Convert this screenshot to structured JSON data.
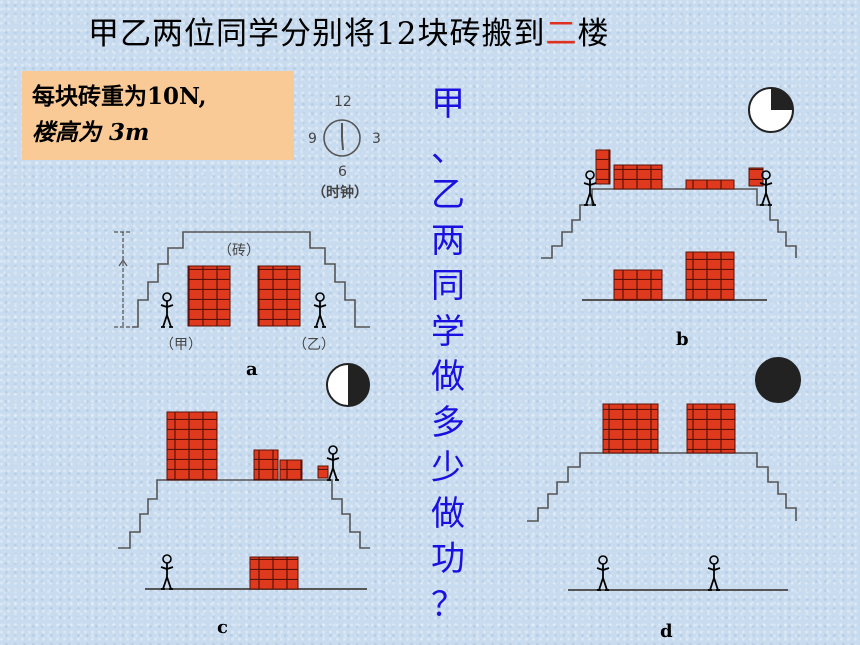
{
  "title": {
    "pre": "甲乙两位同学分别将12块砖搬到",
    "highlight": "二",
    "post": "楼"
  },
  "info": {
    "line1": "每块砖重为10N,",
    "line2": "楼高为 3m"
  },
  "question_chars": [
    "甲",
    "、",
    "乙",
    "两",
    "同",
    "学",
    "做",
    "多",
    "少",
    "做",
    "功",
    "？"
  ],
  "clock": {
    "n12": "12",
    "n9": "9",
    "n3": "3",
    "n6": "6",
    "caption": "（时钟）"
  },
  "panel_a": {
    "brick_label": "（砖）",
    "left_person": "（甲）",
    "right_person": "（乙）",
    "label": "a"
  },
  "panel_b": {
    "label": "b"
  },
  "panel_c": {
    "label": "c"
  },
  "panel_d": {
    "label": "d"
  },
  "colors": {
    "brick": "#e03a1e",
    "question": "#1a10e0",
    "highlight": "#e03020",
    "info_bg": "#f9c996"
  }
}
